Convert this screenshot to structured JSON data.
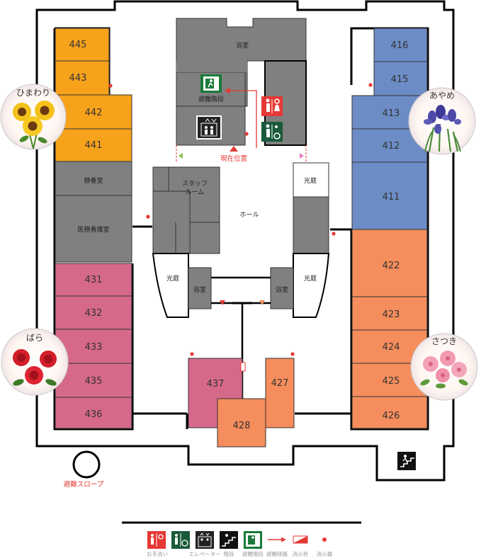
{
  "colors": {
    "himawari": "#f7a21b",
    "ayame": "#6c8cc5",
    "bara": "#d6698a",
    "satsuki": "#f68d5c",
    "shared": "#808080",
    "wall": "#000000",
    "exit_green": "#1a7a3a",
    "fire_red": "#e53935"
  },
  "units": [
    {
      "name": "ひまわり",
      "flower_icon": "sunflower-icon"
    },
    {
      "name": "あやめ",
      "flower_icon": "iris-icon"
    },
    {
      "name": "ばら",
      "flower_icon": "rose-icon"
    },
    {
      "name": "さつき",
      "flower_icon": "azalea-icon"
    }
  ],
  "rooms": {
    "r445": "445",
    "r443": "443",
    "r442": "442",
    "r441": "441",
    "r416": "416",
    "r415": "415",
    "r413": "413",
    "r412": "412",
    "r411": "411",
    "r431": "431",
    "r432": "432",
    "r433": "433",
    "r435": "435",
    "r436": "436",
    "r422": "422",
    "r423": "423",
    "r424": "424",
    "r425": "425",
    "r426": "426",
    "r437": "437",
    "r427": "427",
    "r428": "428"
  },
  "labels": {
    "bath_top": "浴室",
    "stairs": "避難階段",
    "current_position": "現在位置",
    "rest_room": "静養室",
    "medical_room": "医務看護室",
    "staff_room_1": "スタッフ",
    "staff_room_2": "ルーム",
    "hall": "ホール",
    "courtyard_right_top": "光庭",
    "courtyard_left": "光庭",
    "courtyard_right": "光庭",
    "bath_left": "浴室",
    "bath_right": "浴室",
    "slope": "避難スロープ"
  },
  "legend": [
    {
      "label": "お手洗い",
      "icon": "restroom-icon"
    },
    {
      "label": "",
      "icon": "accessible-restroom-icon"
    },
    {
      "label": "エレベーター",
      "icon": "elevator-icon"
    },
    {
      "label": "階段",
      "icon": "stairs-icon"
    },
    {
      "label": "避難階段",
      "icon": "emergency-exit-icon"
    },
    {
      "label": "避難経路",
      "icon": "evacuation-route-arrow-icon"
    },
    {
      "label": "消火栓",
      "icon": "fire-hydrant-icon"
    },
    {
      "label": "消火器",
      "icon": "fire-extinguisher-icon"
    }
  ]
}
